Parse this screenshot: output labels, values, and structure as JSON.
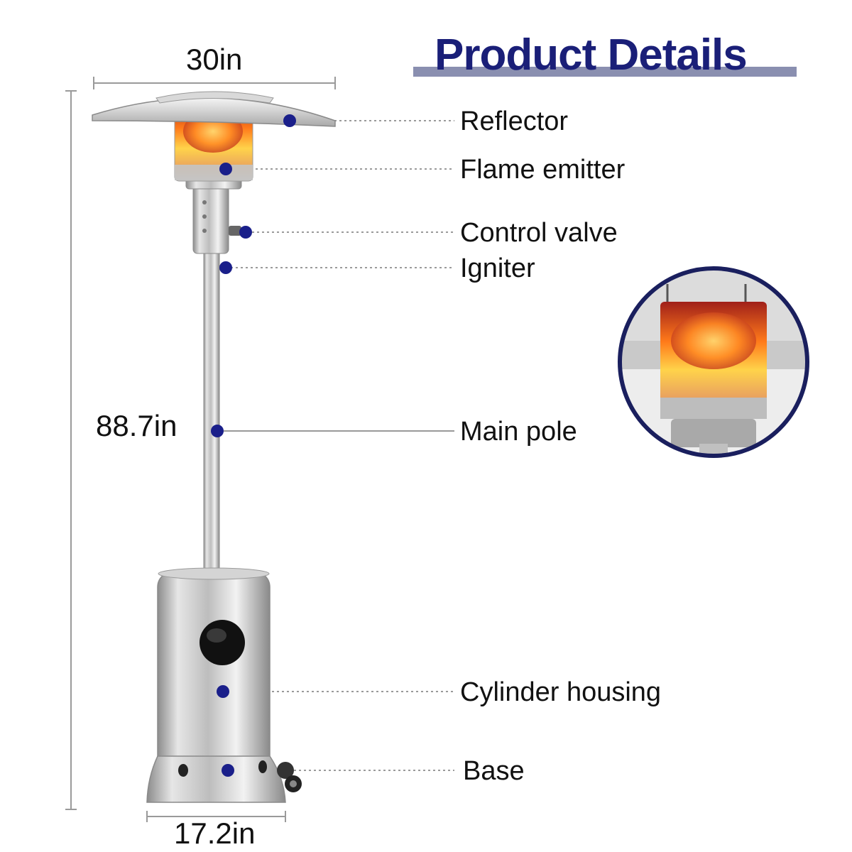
{
  "title": "Product Details",
  "dimensions": {
    "width_top": "30in",
    "height": "88.7in",
    "width_base": "17.2in"
  },
  "parts": [
    {
      "label": "Reflector"
    },
    {
      "label": "Flame emitter"
    },
    {
      "label": "Control valve"
    },
    {
      "label": "Igniter"
    },
    {
      "label": "Main pole"
    },
    {
      "label": "Cylinder housing"
    },
    {
      "label": "Base"
    }
  ],
  "colors": {
    "title": "#1a1f78",
    "marker": "#1a1f8a",
    "inset_ring": "#1a1f5e"
  }
}
